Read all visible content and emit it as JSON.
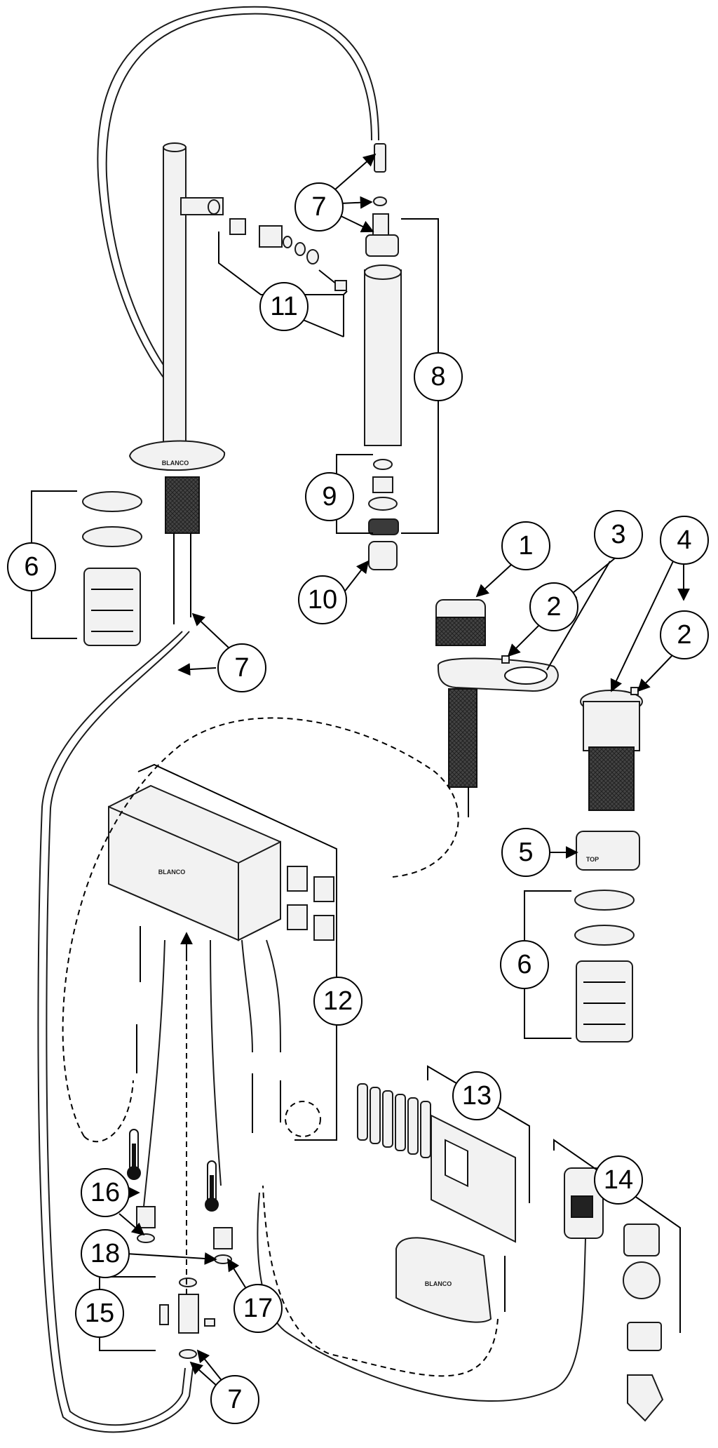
{
  "callouts": [
    {
      "label": "1"
    },
    {
      "label": "2"
    },
    {
      "label": "2"
    },
    {
      "label": "3"
    },
    {
      "label": "4"
    },
    {
      "label": "5"
    },
    {
      "label": "6"
    },
    {
      "label": "6"
    },
    {
      "label": "7"
    },
    {
      "label": "7"
    },
    {
      "label": "7"
    },
    {
      "label": "8"
    },
    {
      "label": "9"
    },
    {
      "label": "10"
    },
    {
      "label": "11"
    },
    {
      "label": "12"
    },
    {
      "label": "13"
    },
    {
      "label": "14"
    },
    {
      "label": "15"
    },
    {
      "label": "16"
    },
    {
      "label": "17"
    },
    {
      "label": "18"
    }
  ],
  "part_text": {
    "brand": "BLANCO",
    "spacer_top": "TOP"
  },
  "icons": [
    "thermometer-icon",
    "battery-icon",
    "arrow-icon"
  ]
}
